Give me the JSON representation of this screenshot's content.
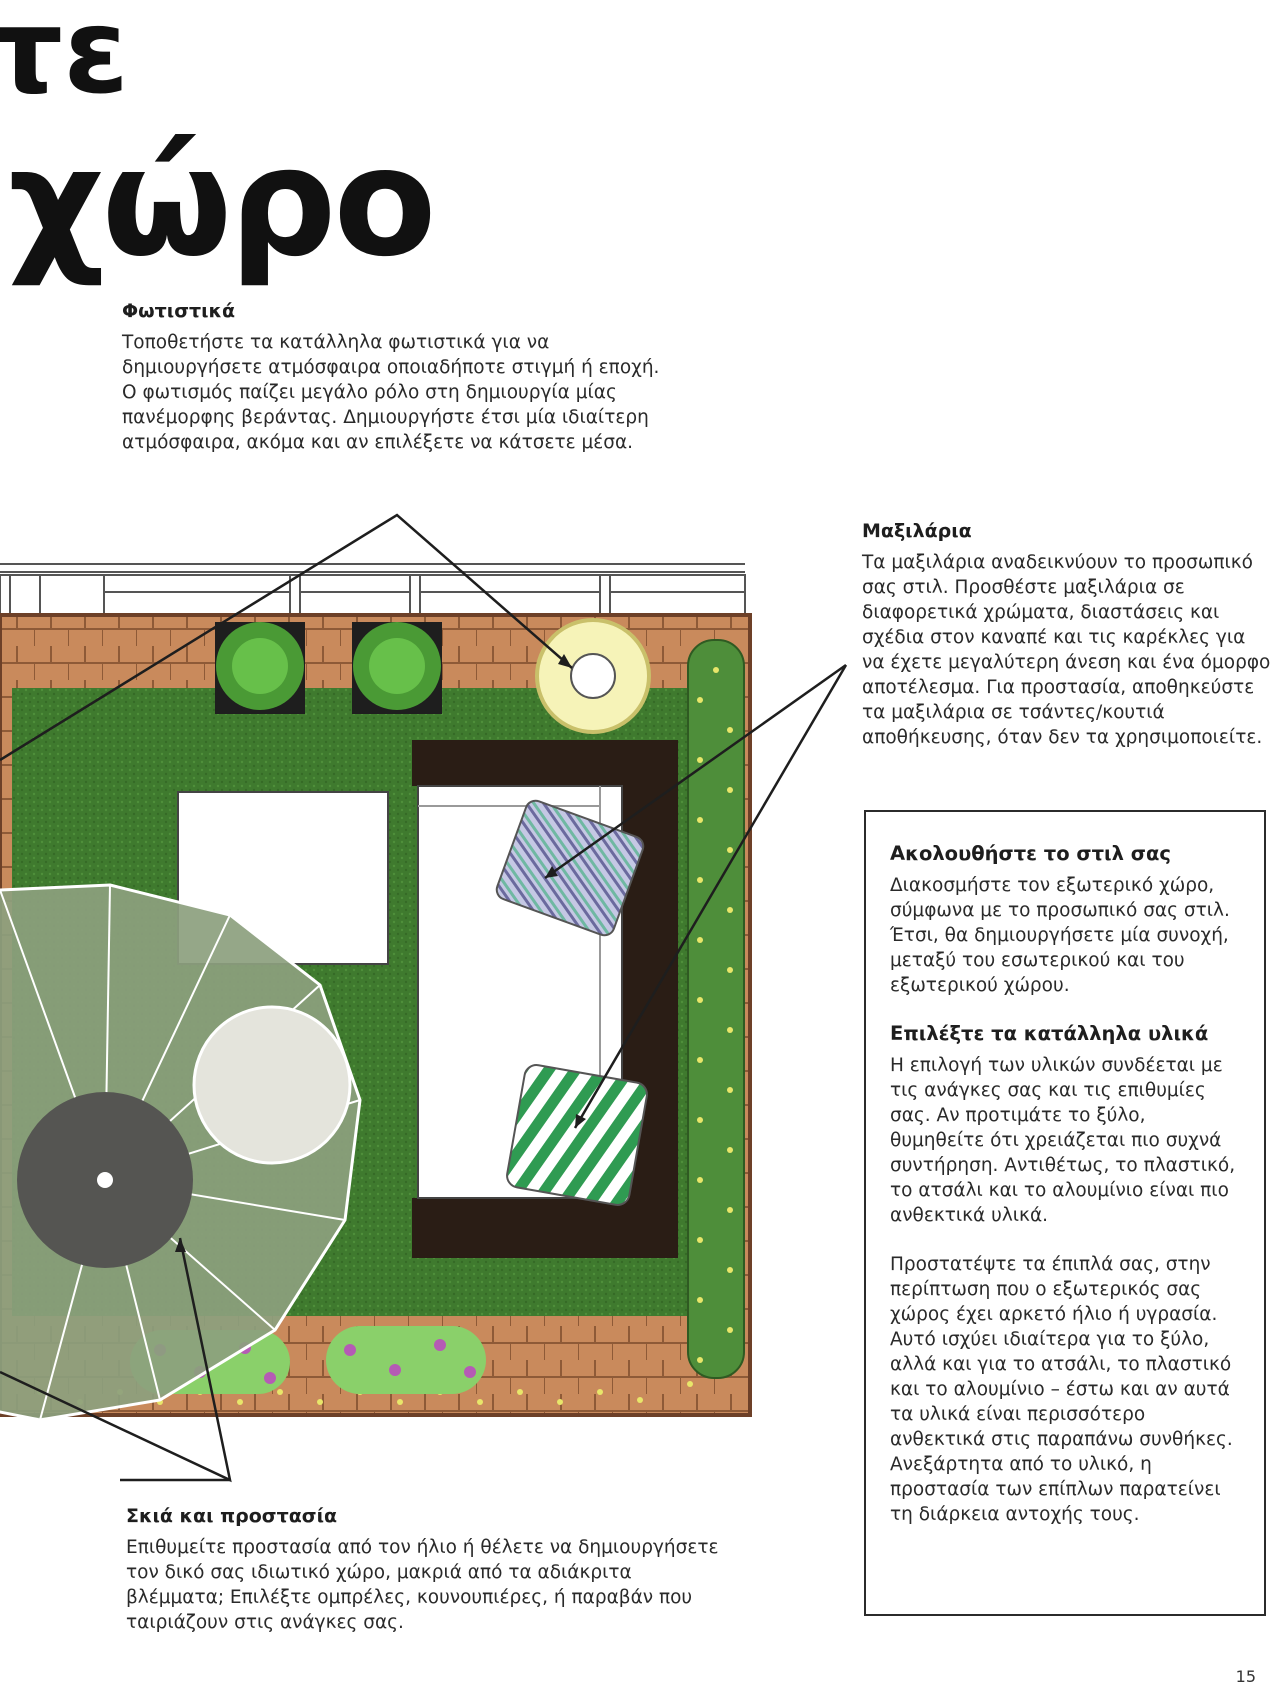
{
  "title": {
    "line1": "τε",
    "line2": "χώρο"
  },
  "sections": {
    "lighting": {
      "heading": "Φωτιστικά",
      "body": "Τοποθετήστε τα κατάλληλα φωτιστικά για να δημιουργήσετε ατμόσφαιρα οποιαδήποτε στιγμή ή εποχή.\nΟ φωτισμός  παίζει μεγάλο ρόλο στη δημιουργία μίας πανέμορφης βεράντας. Δημιουργήστε έτσι μία ιδιαίτερη ατμόσφαιρα, ακόμα και αν επιλέξετε να κάτσετε μέσα."
    },
    "cushions": {
      "heading": "Μαξιλάρια",
      "body": "Τα μαξιλάρια αναδεικνύουν το προσωπικό σας στιλ. Προσθέστε μαξιλάρια σε διαφορετικά χρώματα, διαστάσεις και σχέδια στον καναπέ και τις καρέκλες για να έχετε μεγαλύτερη άνεση και ένα όμορφο αποτέλεσμα. Για προστασία, αποθηκεύστε τα μαξιλάρια σε τσάντες/κουτιά αποθήκευσης, όταν δεν τα χρησιμοποιείτε."
    },
    "shade": {
      "heading": "Σκιά και προστασία",
      "body": "Επιθυμείτε προστασία από τον ήλιο ή θέλετε να δημιουργήσετε τον δικό σας ιδιωτικό χώρο, μακριά από τα αδιάκριτα βλέμματα; Επιλέξτε ομπρέλες, κουνουπιέρες, ή παραβάν που ταιριάζουν στις ανάγκες σας."
    }
  },
  "tips_box": {
    "style_heading": "Ακολουθήστε το στιλ σας",
    "style_body": "Διακοσμήστε τον εξωτερικό χώρο, σύμφωνα με το προσωπικό σας στιλ. Έτσι, θα δημιουργήσετε μία συνοχή, μεταξύ του εσωτερικού και του εξωτερικού χώρου.",
    "materials_heading": "Επιλέξτε τα κατάλληλα υλικά",
    "materials_body": "Η επιλογή των υλικών συνδέεται με τις ανάγκες σας και τις επιθυμίες σας. Αν προτιμάτε το ξύλο, θυμηθείτε ότι χρειάζεται πιο συχνά συντήρηση. Αντιθέτως, το πλαστικό, το ατσάλι και το αλουμίνιο είναι πιο ανθεκτικά υλικά.",
    "protect_body": "Προστατέψτε τα έπιπλά σας, στην περίπτωση που ο εξωτερικός σας χώρος έχει αρκετό ήλιο ή υγρασία. Αυτό ισχύει ιδιαίτερα για το ξύλο, αλλά και για το ατσάλι, το πλαστικό και το αλουμίνιο – έστω και αν αυτά τα υλικά είναι περισσότερο ανθεκτικά στις παραπάνω συνθήκες. Ανεξάρτητα από το υλικό, η προστασία των επίπλων παρατείνει τη διάρκεια αντοχής τους."
  },
  "page_number": "15",
  "colors": {
    "deck": "#c98a5c",
    "grass": "#3f7a2e",
    "sofa": "#2a1d15",
    "umbrella": "#8c9f7e",
    "lamp": "#f6f3b8"
  }
}
